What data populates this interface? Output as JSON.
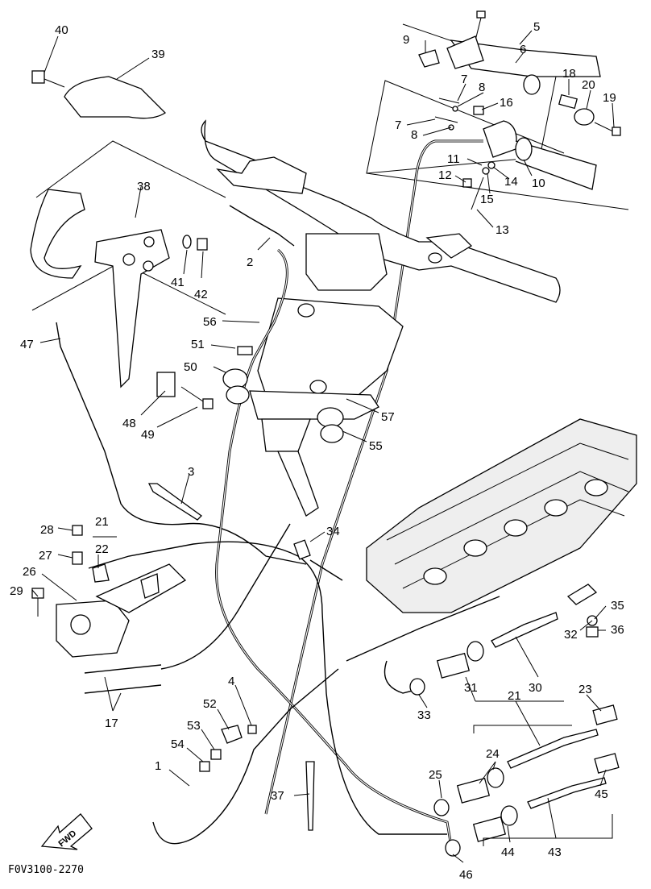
{
  "figure_ref": "F0V3100-2270",
  "fwd_label": "FWD",
  "callouts": {
    "c1": "1",
    "c2": "2",
    "c3": "3",
    "c4": "4",
    "c5": "5",
    "c6": "6",
    "c7a": "7",
    "c7b": "7",
    "c8a": "8",
    "c8b": "8",
    "c9": "9",
    "c10": "10",
    "c11": "11",
    "c12": "12",
    "c13": "13",
    "c14": "14",
    "c15": "15",
    "c16": "16",
    "c17": "17",
    "c18": "18",
    "c19": "19",
    "c20": "20",
    "c21a": "21",
    "c21b": "21",
    "c22": "22",
    "c23": "23",
    "c24": "24",
    "c25": "25",
    "c26": "26",
    "c27": "27",
    "c28": "28",
    "c29": "29",
    "c30": "30",
    "c31": "31",
    "c32": "32",
    "c33": "33",
    "c34": "34",
    "c35": "35",
    "c36": "36",
    "c37": "37",
    "c38": "38",
    "c39": "39",
    "c40": "40",
    "c41": "41",
    "c42": "42",
    "c43": "43",
    "c44": "44",
    "c45": "45",
    "c46": "46",
    "c47": "47",
    "c48": "48",
    "c49": "49",
    "c50": "50",
    "c51": "51",
    "c52": "52",
    "c53": "53",
    "c54": "54",
    "c55": "55",
    "c56": "56",
    "c57": "57"
  }
}
